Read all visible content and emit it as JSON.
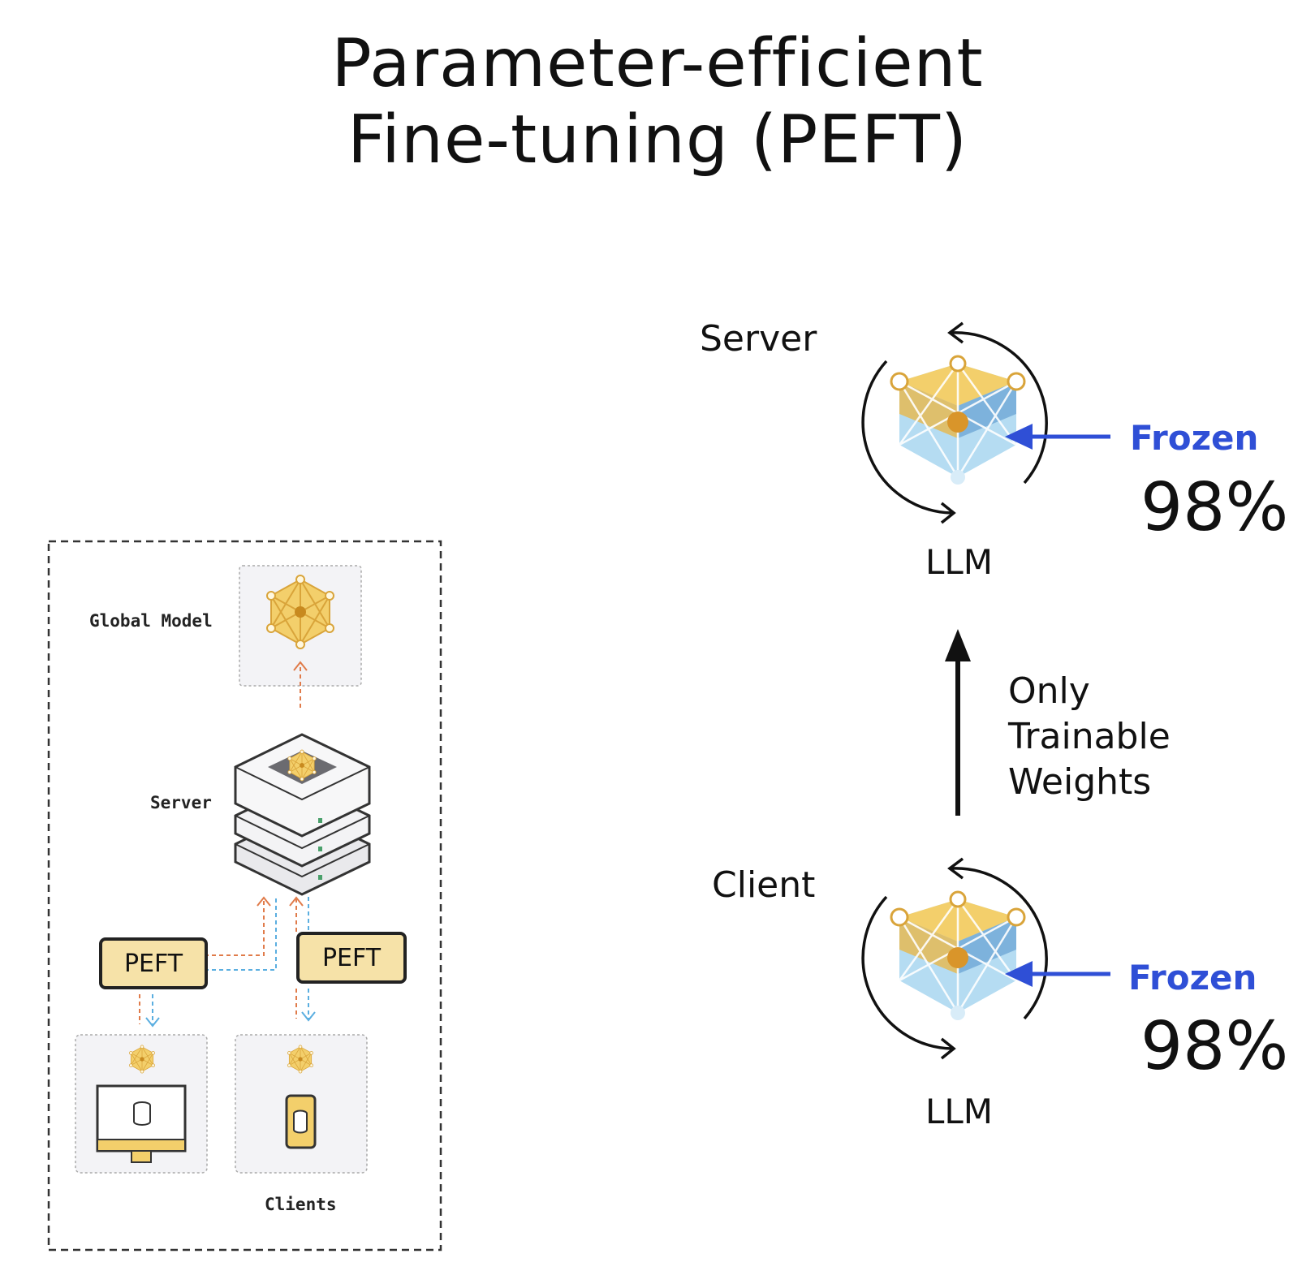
{
  "title": {
    "line1": "Parameter-efficient",
    "line2": "Fine-tuning (PEFT)"
  },
  "left_diagram": {
    "global_model_label": "Global Model",
    "server_label": "Server",
    "clients_label": "Clients",
    "peft_left": "PEFT",
    "peft_right": "PEFT"
  },
  "right_diagram": {
    "server_label": "Server",
    "client_label": "Client",
    "llm_top": "LLM",
    "llm_bottom": "LLM",
    "frozen_top": "Frozen",
    "frozen_bottom": "Frozen",
    "percent_top": "98%",
    "percent_bottom": "98%",
    "arrow_text": [
      "Only",
      "Trainable",
      "Weights"
    ]
  },
  "colors": {
    "accent_blue": "#2f4fd6",
    "gold": "#e8b84a",
    "light_blue": "#9fd0ee",
    "peft_fill": "#f6e2a8"
  }
}
